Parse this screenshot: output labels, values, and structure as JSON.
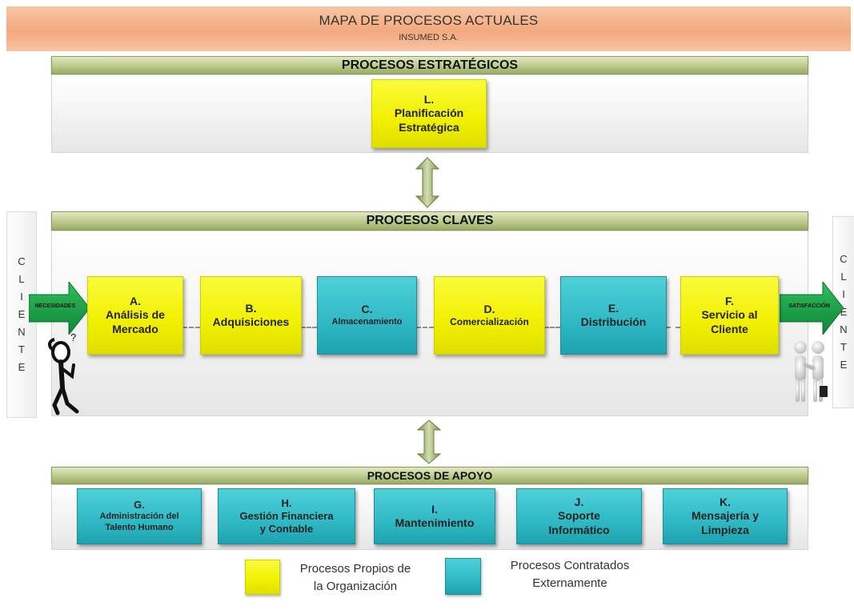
{
  "header": {
    "title": "MAPA DE PROCESOS ACTUALES",
    "subtitle": "INSUMED S.A."
  },
  "strategic": {
    "heading": "PROCESOS ESTRATÉGICOS",
    "box": {
      "letter": "L.",
      "line1": "Planificación",
      "line2": "Estratégica"
    }
  },
  "key": {
    "heading": "PROCESOS CLAVES",
    "input_arrow": "NECESIDADES",
    "output_arrow": "SATISFACCIÓN",
    "boxes": [
      {
        "letter": "A.",
        "line1": "Análisis de",
        "line2": "Mercado"
      },
      {
        "letter": "B.",
        "line1": "Adquisiciones",
        "line2": ""
      },
      {
        "letter": "C.",
        "line1": "Almacenamiento",
        "line2": ""
      },
      {
        "letter": "D.",
        "line1": "Comercialización",
        "line2": ""
      },
      {
        "letter": "E.",
        "line1": "Distribución",
        "line2": ""
      },
      {
        "letter": "F.",
        "line1": "Servicio al",
        "line2": "Cliente"
      }
    ]
  },
  "client": {
    "left_letters": [
      "C",
      "L",
      "I",
      "E",
      "N",
      "T",
      "E"
    ],
    "right_letters": [
      "C",
      "L",
      "I",
      "E",
      "N",
      "T",
      "E"
    ]
  },
  "support": {
    "heading": "PROCESOS DE APOYO",
    "boxes": [
      {
        "letter": "G.",
        "line1": "Administración del",
        "line2": "Talento Humano"
      },
      {
        "letter": "H.",
        "line1": "Gestión Financiera",
        "line2": "y Contable"
      },
      {
        "letter": "I.",
        "line1": "Mantenimiento",
        "line2": ""
      },
      {
        "letter": "J.",
        "line1": "Soporte",
        "line2": "Informático"
      },
      {
        "letter": "K.",
        "line1": "Mensajería y",
        "line2": "Limpieza"
      }
    ]
  },
  "legend": {
    "own_line1": "Procesos Propios de",
    "own_line2": "la Organización",
    "contracted_line1": "Procesos Contratados",
    "contracted_line2": "Externamente"
  },
  "colors": {
    "own": "#f1f000",
    "contracted": "#2fb9c4",
    "section_bar": "#c3d095",
    "banner": "#f4a97e"
  }
}
